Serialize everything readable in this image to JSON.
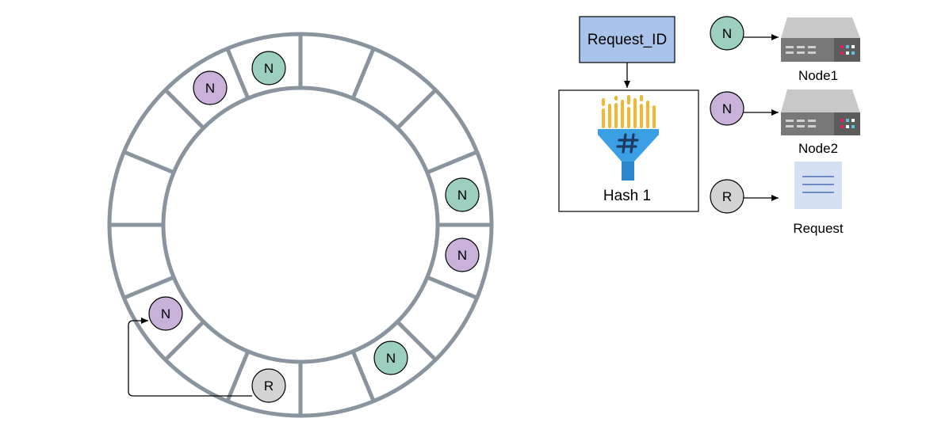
{
  "ring": {
    "node_label": "N",
    "request_label": "R",
    "color_ring": "#8a949e",
    "color_green": "#9ccfc0",
    "color_purple": "#c8b2d9",
    "color_grey": "#d3d3d3"
  },
  "pipeline": {
    "input_label": "Request_ID",
    "input_fill": "#a9c4eb",
    "hash_label": "Hash 1"
  },
  "legend": {
    "items": [
      {
        "badge": "N",
        "badge_color": "#9ccfc0",
        "label": "Node1",
        "kind": "server"
      },
      {
        "badge": "N",
        "badge_color": "#c8b2d9",
        "label": "Node2",
        "kind": "server"
      },
      {
        "badge": "R",
        "badge_color": "#d3d3d3",
        "label": "Request",
        "kind": "document"
      }
    ]
  }
}
